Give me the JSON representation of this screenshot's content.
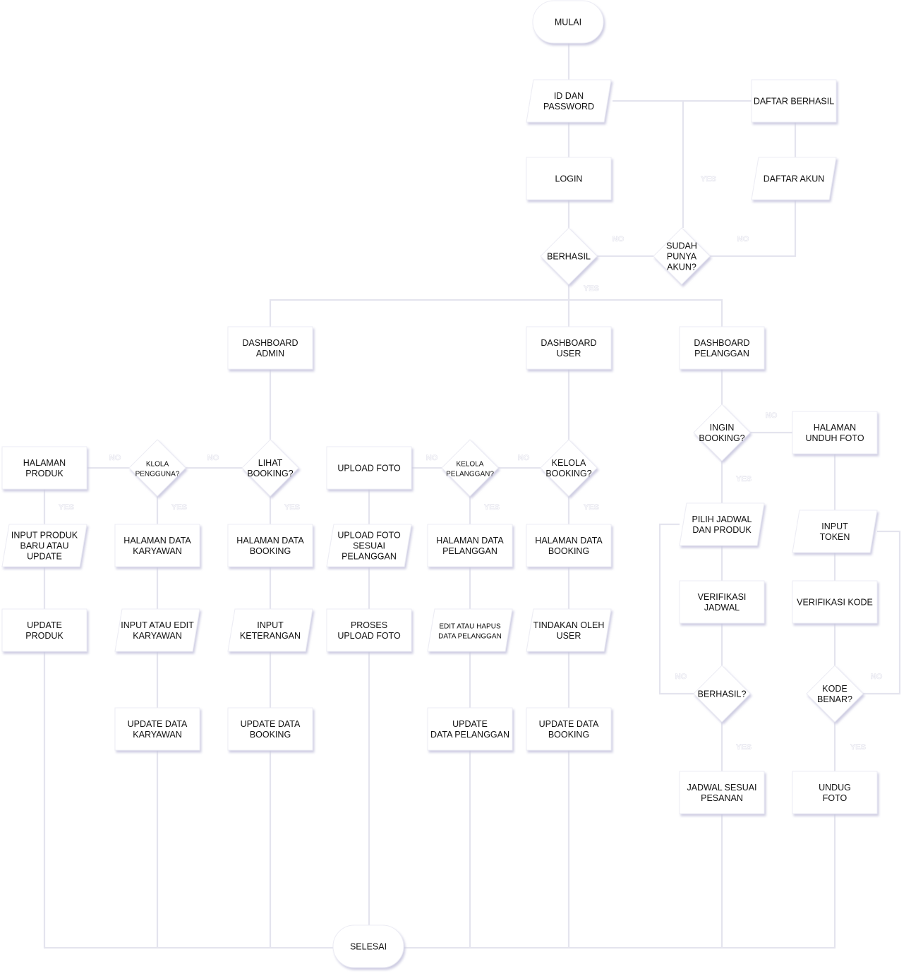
{
  "colors": {
    "shadow": "#c9c7df",
    "edge": "#e4e4ee",
    "terminal_end_border": "#f2c6c6",
    "text": "#111111"
  },
  "nodes": {
    "start": [
      "MULAI"
    ],
    "id_password": [
      "ID DAN",
      "PASSWORD"
    ],
    "daftar_berhasil": [
      "DAFTAR BERHASIL"
    ],
    "login": [
      "LOGIN"
    ],
    "daftar_akun": [
      "DAFTAR AKUN"
    ],
    "berhasil": [
      "BERHASIL"
    ],
    "sudah_punya_akun": [
      "SUDAH",
      "PUNYA",
      "AKUN?"
    ],
    "dashboard_admin": [
      "DASHBOARD",
      "ADMIN"
    ],
    "dashboard_user": [
      "DASHBOARD",
      "USER"
    ],
    "dashboard_pelanggan": [
      "DASHBOARD",
      "PELANGGAN"
    ],
    "halaman_produk": [
      "HALAMAN",
      "PRODUK"
    ],
    "kelola_pengguna": [
      "KLOLA",
      "PENGGUNA?"
    ],
    "lihat_booking": [
      "LIHAT",
      "BOOKING?"
    ],
    "upload_foto": [
      "UPLOAD FOTO"
    ],
    "kelola_pelanggan": [
      "KELOLA",
      "PELANGGAN?"
    ],
    "kelola_booking": [
      "KELOLA",
      "BOOKING?"
    ],
    "ingin_booking": [
      "INGIN",
      "BOOKING?"
    ],
    "halaman_unduh_foto": [
      "HALAMAN",
      "UNDUH FOTO"
    ],
    "input_produk": [
      "INPUT PRODUK",
      "BARU ATAU",
      "UPDATE"
    ],
    "halaman_data_karyawan": [
      "HALAMAN DATA",
      "KARYAWAN"
    ],
    "halaman_data_booking_admin": [
      "HALAMAN DATA",
      "BOOKING"
    ],
    "upload_foto_sesuai": [
      "UPLOAD FOTO",
      "SESUAI",
      "PELANGGAN"
    ],
    "halaman_data_pelanggan": [
      "HALAMAN DATA",
      "PELANGGAN"
    ],
    "halaman_data_booking_user": [
      "HALAMAN DATA",
      "BOOKING"
    ],
    "pilih_jadwal": [
      "PILIH JADWAL",
      "DAN PRODUK"
    ],
    "input_token": [
      "INPUT",
      "TOKEN"
    ],
    "update_produk": [
      "UPDATE",
      "PRODUK"
    ],
    "input_edit_karyawan": [
      "INPUT ATAU EDIT",
      "KARYAWAN"
    ],
    "input_keterangan": [
      "INPUT",
      "KETERANGAN"
    ],
    "proses_upload": [
      "PROSES",
      "UPLOAD FOTO"
    ],
    "edit_hapus": [
      "EDIT ATAU HAPUS",
      "DATA PELANGGAN"
    ],
    "tindakan_user": [
      "TINDAKAN OLEH",
      "USER"
    ],
    "verifikasi_jadwal": [
      "VERIFIKASI",
      "JADWAL"
    ],
    "verifikasi_kode": [
      "VERIFIKASI KODE"
    ],
    "update_data_karyawan": [
      "UPDATE DATA",
      "KARYAWAN"
    ],
    "update_data_booking_admin": [
      "UPDATE DATA",
      "BOOKING"
    ],
    "update_data_pelanggan": [
      "UPDATE",
      "DATA PELANGGAN"
    ],
    "update_data_booking_user": [
      "UPDATE DATA",
      "BOOKING"
    ],
    "berhasil2": [
      "BERHASIL?"
    ],
    "kode_benar": [
      "KODE",
      "BENAR?"
    ],
    "jadwal_sesuai": [
      "JADWAL SESUAI",
      "PESANAN"
    ],
    "unduh_foto": [
      "UNDUG",
      "FOTO"
    ],
    "end": [
      "SELESAI"
    ]
  },
  "edge_labels": {
    "yes": "YES",
    "no": "NO"
  }
}
